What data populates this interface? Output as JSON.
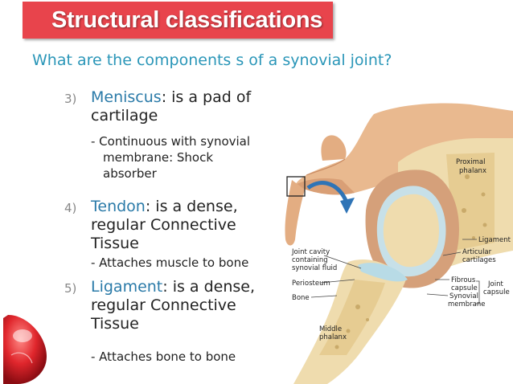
{
  "slide": {
    "title": "Structural classifications",
    "question": "What are the components s of a synovial joint?"
  },
  "items": [
    {
      "number": "3)",
      "term": "Meniscus",
      "rest_line1": ": is a pad of",
      "rest_line2": "cartilage",
      "sub_line1": "- Continuous with synovial",
      "sub_line2": "membrane: Shock",
      "sub_line3": "absorber"
    },
    {
      "number": "4)",
      "term": "Tendon",
      "rest_line1": ": is a dense,",
      "rest_line2": "regular Connective",
      "rest_line3": "Tissue",
      "sub_line1": "- Attaches muscle to bone"
    },
    {
      "number": "5)",
      "term": "Ligament",
      "rest_line1": ": is a dense,",
      "rest_line2": "regular Connective",
      "rest_line3": "Tissue",
      "sub_line1": "- Attaches bone to bone"
    }
  ],
  "diagram_labels": {
    "proximal": "Proximal",
    "phalanx": "phalanx",
    "ligament": "Ligament",
    "joint_cavity_1": "Joint cavity",
    "joint_cavity_2": "containing",
    "joint_cavity_3": "synovial fluid",
    "articular_1": "Articular",
    "articular_2": "cartilages",
    "periosteum": "Periosteum",
    "fibrous_1": "Fibrous",
    "fibrous_2": "capsule",
    "joint_capsule_1": "Joint",
    "joint_capsule_2": "capsule",
    "bone": "Bone",
    "synovial_1": "Synovial",
    "synovial_2": "membrane",
    "middle": "Middle",
    "middle_phalanx": "phalanx"
  },
  "colors": {
    "title_bg": "#e8444c",
    "question": "#2a96b8",
    "term": "#2a7aa8",
    "arrow": "#2f74b6"
  }
}
